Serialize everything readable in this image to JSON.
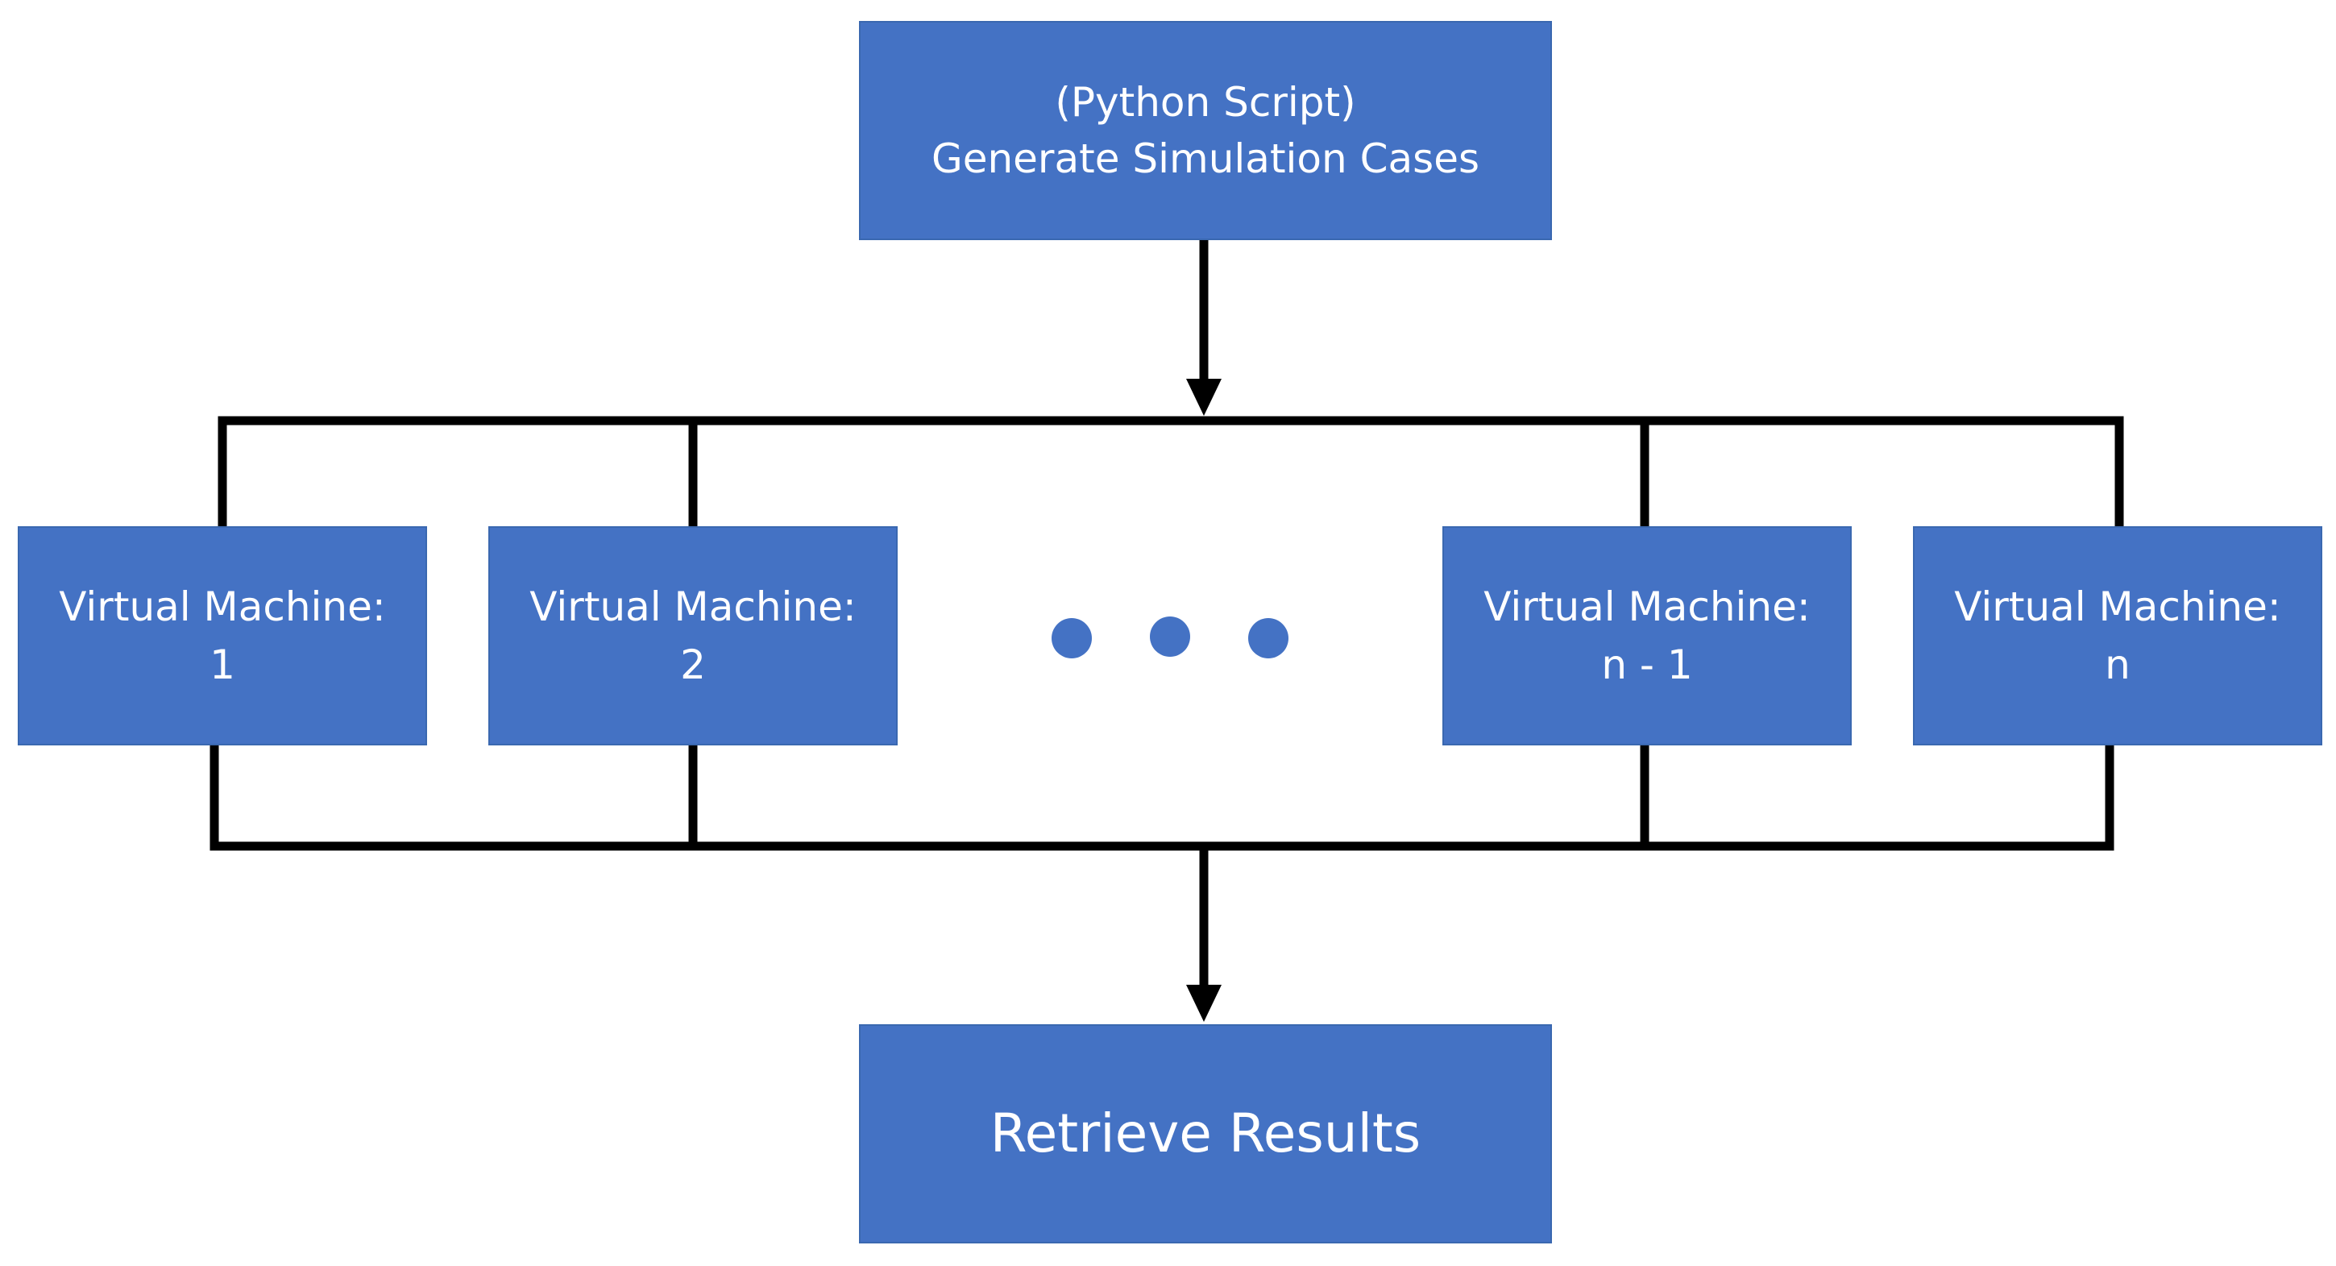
{
  "colors": {
    "box_fill": "#4472c4",
    "box_text": "#ffffff",
    "connector": "#000000",
    "dot": "#4472c4"
  },
  "top_box": {
    "line1": "(Python Script)",
    "line2": "Generate Simulation Cases"
  },
  "virtual_machines": [
    {
      "title": "Virtual Machine:",
      "id": "1"
    },
    {
      "title": "Virtual Machine:",
      "id": "2"
    },
    {
      "title": "Virtual Machine:",
      "id": "n - 1"
    },
    {
      "title": "Virtual Machine:",
      "id": "n"
    }
  ],
  "ellipsis_dots": 3,
  "bottom_box": {
    "label": "Retrieve Results"
  }
}
